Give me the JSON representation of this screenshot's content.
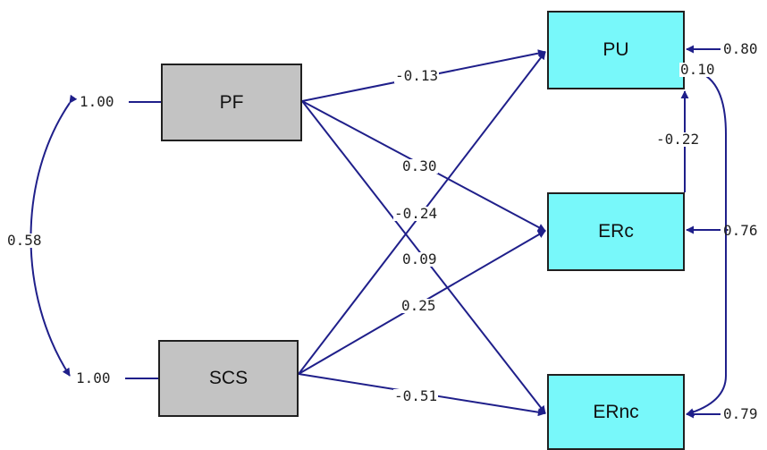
{
  "colors": {
    "arrow": "#1f1f8a",
    "exogenous_fill": "#c3c3c3",
    "endogenous_fill": "#78f8fa",
    "border": "#202020"
  },
  "variables": {
    "pf": "PF",
    "scs": "SCS",
    "pu": "PU",
    "erc": "ERc",
    "ernc": "ERnc"
  },
  "variances": {
    "pf": "1.00",
    "scs": "1.00",
    "pu": "0.80",
    "erc": "0.76",
    "ernc": "0.79"
  },
  "correlations": {
    "pf_scs": "0.58",
    "pu_ernc": "0.10"
  },
  "paths": {
    "pf_pu": "-0.13",
    "pf_erc": "0.30",
    "pf_ernc": "0.09",
    "scs_pu": "-0.24",
    "scs_erc": "0.25",
    "scs_ernc": "-0.51",
    "erc_pu": "-0.22"
  }
}
